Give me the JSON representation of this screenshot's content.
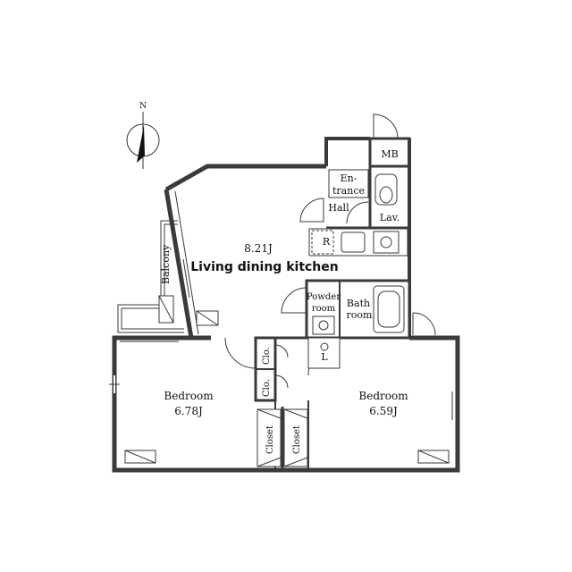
{
  "compass": {
    "north_label": "N"
  },
  "rooms": {
    "ldk": {
      "size": "8.21J",
      "name": "Living dining kitchen"
    },
    "balcony": {
      "name": "Balcony"
    },
    "entrance": {
      "line1": "En-",
      "line2": "trance"
    },
    "hall": {
      "name": "Hall"
    },
    "lav": {
      "name": "Lav."
    },
    "mb": {
      "name": "MB"
    },
    "refrigerator": {
      "name": "R"
    },
    "powder_room": {
      "line1": "Powder",
      "line2": "room"
    },
    "bath_room": {
      "line1": "Bath",
      "line2": "room"
    },
    "linen": {
      "name": "L"
    },
    "closet_small_1": {
      "name": "Clo."
    },
    "closet_small_2": {
      "name": "Clo."
    },
    "bedroom_left": {
      "name": "Bedroom",
      "size": "6.78J"
    },
    "bedroom_right": {
      "name": "Bedroom",
      "size": "6.59J"
    },
    "closet_left": {
      "name": "Closet"
    },
    "closet_right": {
      "name": "Closet"
    }
  }
}
